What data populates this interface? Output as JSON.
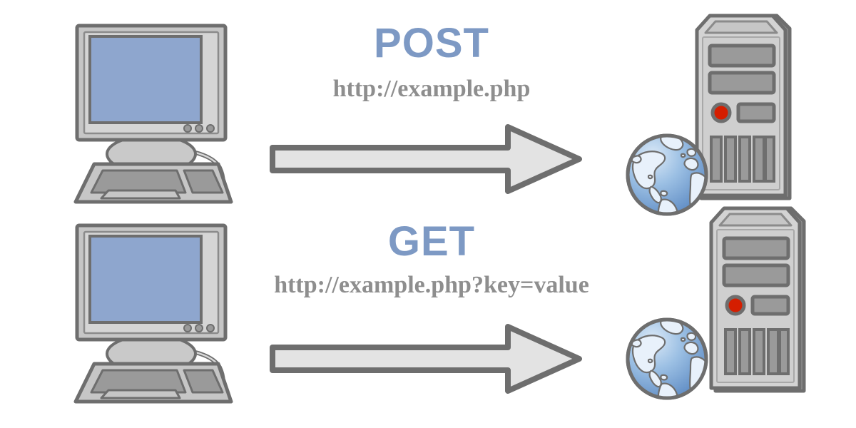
{
  "diagram": {
    "title_semantics": "http-post-vs-get-request-diagram",
    "background_color": "#ffffff",
    "flows": [
      {
        "id": "post",
        "method_label": "POST",
        "url_label": "http://example.php",
        "arrow_direction": "right",
        "source_device": "desktop-computer",
        "target_device": "server-tower-with-globe"
      },
      {
        "id": "get",
        "method_label": "GET",
        "url_label": "http://example.php?key=value",
        "arrow_direction": "right",
        "source_device": "desktop-computer",
        "target_device": "server-tower-with-globe"
      }
    ]
  },
  "icons": {
    "computer": "desktop-computer-icon",
    "monitor": "monitor-icon",
    "keyboard": "keyboard-icon",
    "server": "server-tower-icon",
    "globe": "globe-icon",
    "arrow": "right-arrow-icon",
    "power_button": "power-button-icon"
  },
  "colors": {
    "method_text": "#7d99c4",
    "url_text": "#8e8e8e",
    "screen_blue": "#8ea6ce",
    "outline_gray": "#6e6e6e",
    "body_light_gray": "#c6c6c6",
    "body_mid_gray": "#9a9a9a",
    "arrow_fill": "#e3e3e3",
    "power_red": "#d51e00",
    "globe_ocean_light": "#cfe0f2",
    "globe_ocean_dark": "#5f8cc4",
    "globe_land": "#e8f1fb"
  }
}
